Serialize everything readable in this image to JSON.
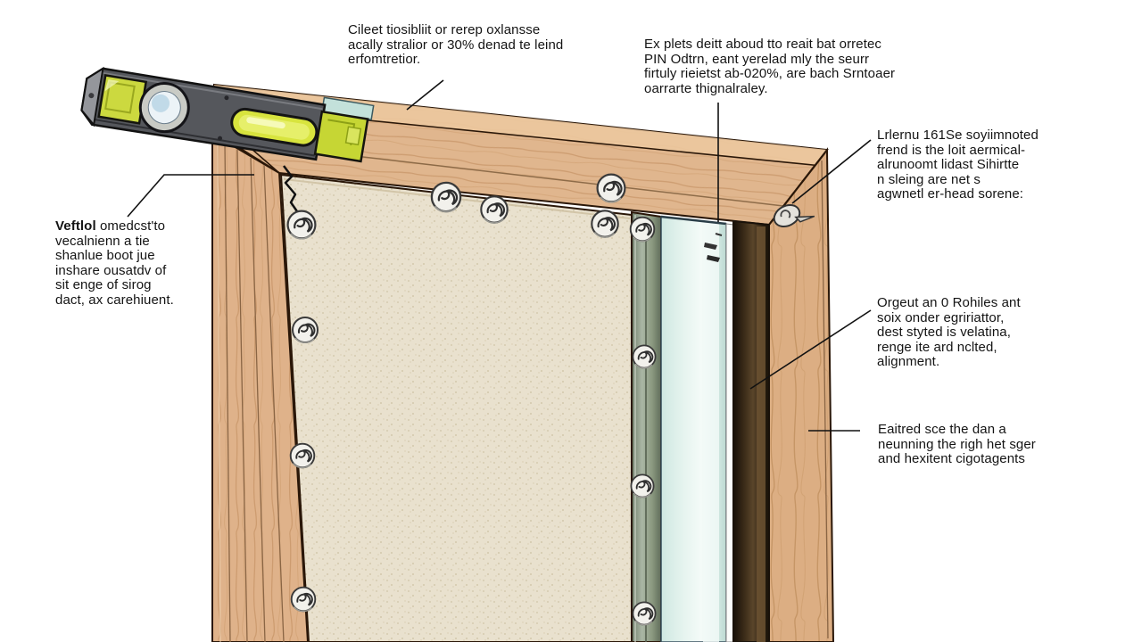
{
  "figure": {
    "kind": "technical-illustration",
    "background_color": "#ffffff"
  },
  "annotations": {
    "top_left": "Cileet tiosibliit or rerep oxlansse\nacally stralior or 30% denad te leind\nerfomtretior.",
    "top_right": "Ex plets deitt aboud tto reait bat orretec\nPIN Odtrn, eant yerelad mly the seurr\nfirtuly rieietst ab-020%, are bach Srntoaer\noarrarte thignalraley.",
    "upper_right": "Lrlernu 161Se soyiimnoted\nfrend is the loit aermical-\nalrunoomt lidast Sihirtte\nn sleing are net s\nagwnetl er-head sorene:",
    "left_lead": "Veftlol",
    "left_rest": " omedcst'to\nvecalnienn a tie\nshanlue boot jue\ninshare ousatdv of\nsit enge of sirog\ndact, ax carehiuent.",
    "mid_right": "Orgeut an 0 Rohiles ant\nsoix onder egririattor,\ndest styted is velatina,\nrenge ite ard nclted,\nalignment.",
    "lower_right": "Eaitred sce the dan a\nneunning the righ het sger\nand hexitent cigotagents"
  },
  "components": {
    "spirit_level": {
      "body_color": "#55575c",
      "vial_color": "#ccd93f",
      "bubble_window_color": "#ecf3f7"
    },
    "wood_frame": {
      "color": "#e0b68e",
      "grain_color": "#c69467"
    },
    "wall_panel": {
      "color": "#e9e1ce"
    },
    "metal_strip": {
      "color": "#8e9c8a"
    },
    "glass_strip": {
      "color": "#d9ece6"
    },
    "dark_channel": {
      "color": "#3a2b18"
    },
    "screw_heads": {
      "color": "#f2f1ec",
      "count": 12
    },
    "leader_line_color": "#111111"
  }
}
